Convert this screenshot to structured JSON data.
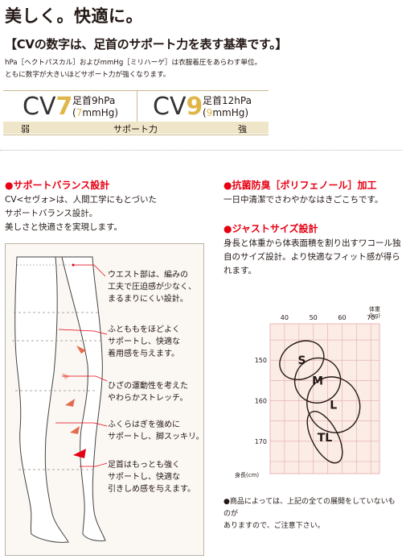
{
  "title": "美しく。快適に。",
  "heading": "【CVの数字は、足首のサポート力を表す基準です。】",
  "note_lines": [
    "hPa［ヘクトパスカル］およびmmHg［ミリハーゲ］は衣服着圧をあらわす単位。",
    "ともに数字が大きいほどサポート力が強くなります。"
  ],
  "cv": [
    {
      "word": "CV",
      "num": "7",
      "line1": "足首9hPa",
      "line2_pre": "(",
      "line2_hi": "7",
      "line2_post": "mmHg)"
    },
    {
      "word": "CV",
      "num": "9",
      "line1": "足首12hPa",
      "line2_pre": "(",
      "line2_hi": "9",
      "line2_post": "mmHg)"
    }
  ],
  "support_bar": {
    "weak": "弱",
    "label": "サポート力",
    "strong": "強"
  },
  "left_section": {
    "title": "●サポートバランス設計",
    "lines": [
      "CV<セヴォ>は、人間工学にもとづいた",
      "サポートバランス設計。",
      "美しさと快適さを実現します。"
    ]
  },
  "callouts": [
    {
      "lines": [
        "ウエスト部は、編みの",
        "工夫で圧迫感が少なく、",
        "まるまりにくい設計。"
      ]
    },
    {
      "lines": [
        "ふとももをほどよく",
        "サポートし、快適な",
        "着用感を与えます。"
      ]
    },
    {
      "lines": [
        "ひざの運動性を考えた",
        "やわらかストレッチ。"
      ]
    },
    {
      "lines": [
        "ふくらはぎを強めに",
        "サポートし、脚スッキリ。"
      ]
    },
    {
      "lines": [
        "足首はもっとも強く",
        "サポートし、快適な",
        "引きしめ感を与えます。"
      ]
    }
  ],
  "right_section_1": {
    "title": "●抗菌防臭［ポリフェノール］加工",
    "lines": [
      "一日中清潔でさわやかなはきごこちです。"
    ]
  },
  "right_section_2": {
    "title": "●ジャストサイズ設計",
    "lines": [
      "身長と体重から体表面積を割り出すワコール独",
      "自のサイズ設計。より快適なフィット感が得ら",
      "れます。"
    ]
  },
  "chart_data": {
    "type": "size-chart",
    "x_axis_label": "体重(kg)",
    "y_axis_label": "身長(cm)",
    "x_ticks": [
      40,
      50,
      60,
      70
    ],
    "y_ticks": [
      150,
      160,
      170
    ],
    "x_range": [
      35,
      73
    ],
    "y_range": [
      141,
      178
    ],
    "sizes": [
      {
        "label": "S",
        "center_weight": 46,
        "center_height": 150,
        "weight_radius": 8,
        "height_radius": 4.5
      },
      {
        "label": "M",
        "center_weight": 51.5,
        "center_height": 155,
        "weight_radius": 8,
        "height_radius": 5.5
      },
      {
        "label": "L",
        "center_weight": 57,
        "center_height": 161,
        "weight_radius": 9,
        "height_radius": 7
      },
      {
        "label": "TL",
        "center_weight": 54,
        "center_height": 169,
        "weight_radius": 4.5,
        "height_radius": 7
      }
    ],
    "colors": {
      "grid": "#e8b4b4",
      "background": "#fbece6",
      "ellipse": "#231815"
    }
  },
  "footnote": [
    "●商品によっては、上記の全ての展開をしていないものが",
    "ありますので、ご注意下さい。"
  ],
  "colors": {
    "accent_red": "#e60012",
    "gold": "#e0b648",
    "support_bar": "#efe6c9"
  }
}
